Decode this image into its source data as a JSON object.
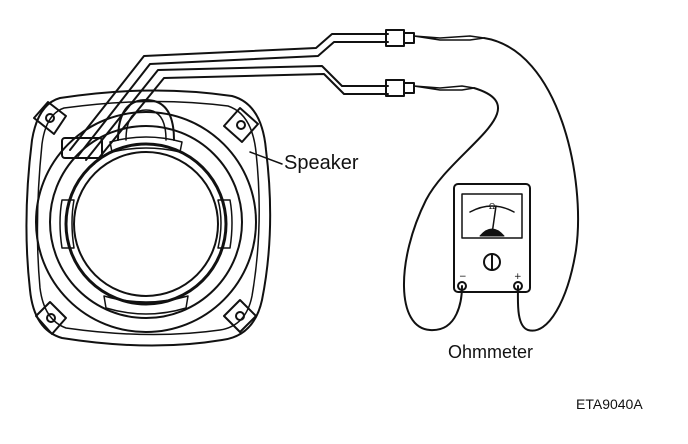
{
  "labels": {
    "speaker": "Speaker",
    "ohmmeter": "Ohmmeter",
    "figure_code": "ETA9040A"
  },
  "meter": {
    "terminal_negative": "−",
    "terminal_positive": "+",
    "scale_symbol": "Ω"
  },
  "colors": {
    "ink": "#111111",
    "background": "#ffffff"
  }
}
